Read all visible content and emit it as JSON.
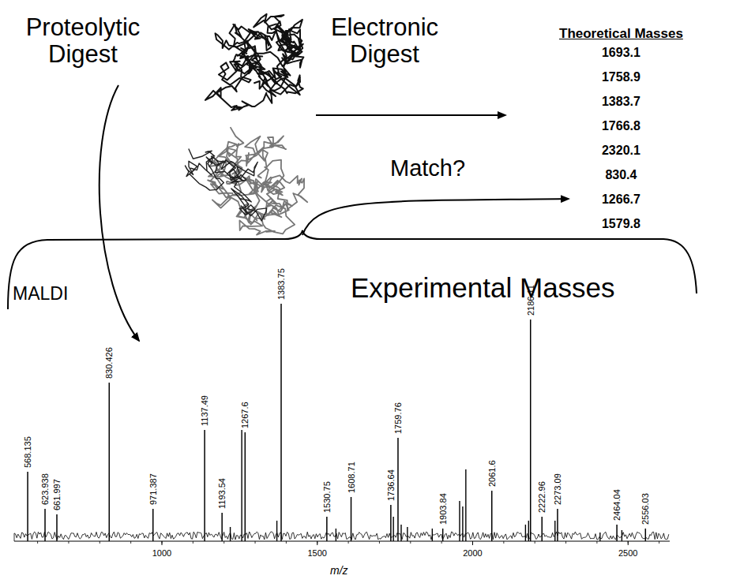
{
  "diagram": {
    "labels": [
      "Proteolytic Digest",
      "Electronic Digest",
      "Theoretical Masses",
      "1693.1",
      "1758.9",
      "1383.7",
      "1766.8",
      "2320.1",
      "830.4",
      "1266.7",
      "1579.8",
      "Match?",
      "MALDI",
      "Experimental Masses",
      "568.135",
      "623.938",
      "661.997",
      "830.426",
      "971.387",
      "1137.49",
      "1193.54",
      "1267.6",
      "1383.75",
      "1530.75",
      "1608.71",
      "1736.64",
      "1759.76",
      "1903.84",
      "2061.6",
      "2186.11",
      "2222.96",
      "2273.09",
      "2464.04",
      "2556.03",
      "1000",
      "1500",
      "2000",
      "2500",
      "m/z"
    ]
  }
}
